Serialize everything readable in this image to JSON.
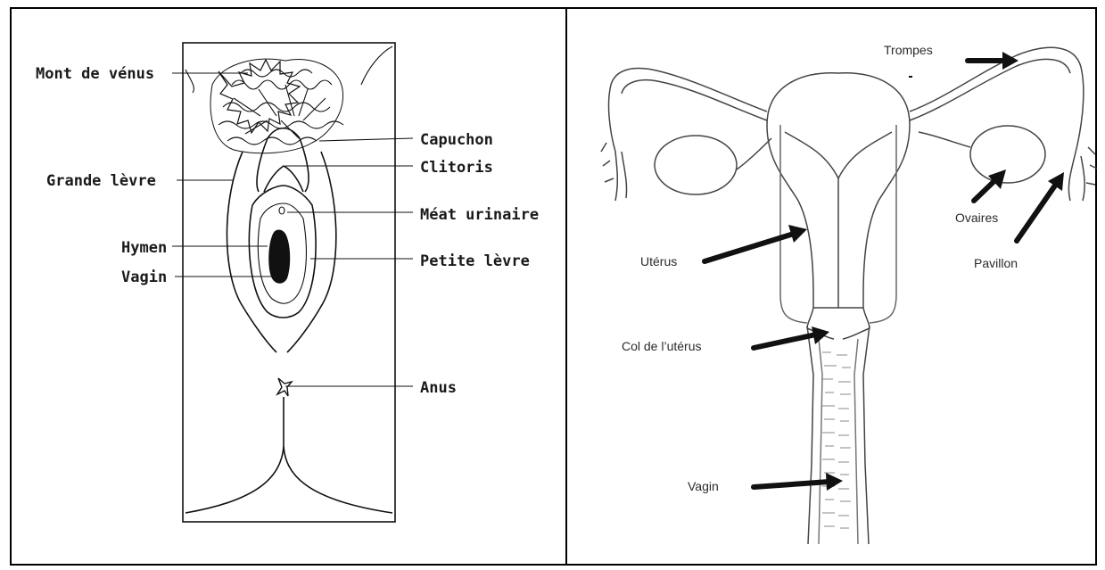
{
  "left_panel": {
    "labels": {
      "mont_de_venus": "Mont de vénus",
      "grande_levre": "Grande lèvre",
      "hymen": "Hymen",
      "vagin": "Vagin",
      "capuchon": "Capuchon",
      "clitoris": "Clitoris",
      "meat_urinaire": "Méat urinaire",
      "petite_levre": "Petite lèvre",
      "anus": "Anus"
    }
  },
  "right_panel": {
    "labels": {
      "trompes": "Trompes",
      "ovaires": "Ovaires",
      "pavillon": "Pavillon",
      "uterus": "Utérus",
      "col_uterus": "Col de l’utérus",
      "vagin": "Vagin"
    }
  }
}
